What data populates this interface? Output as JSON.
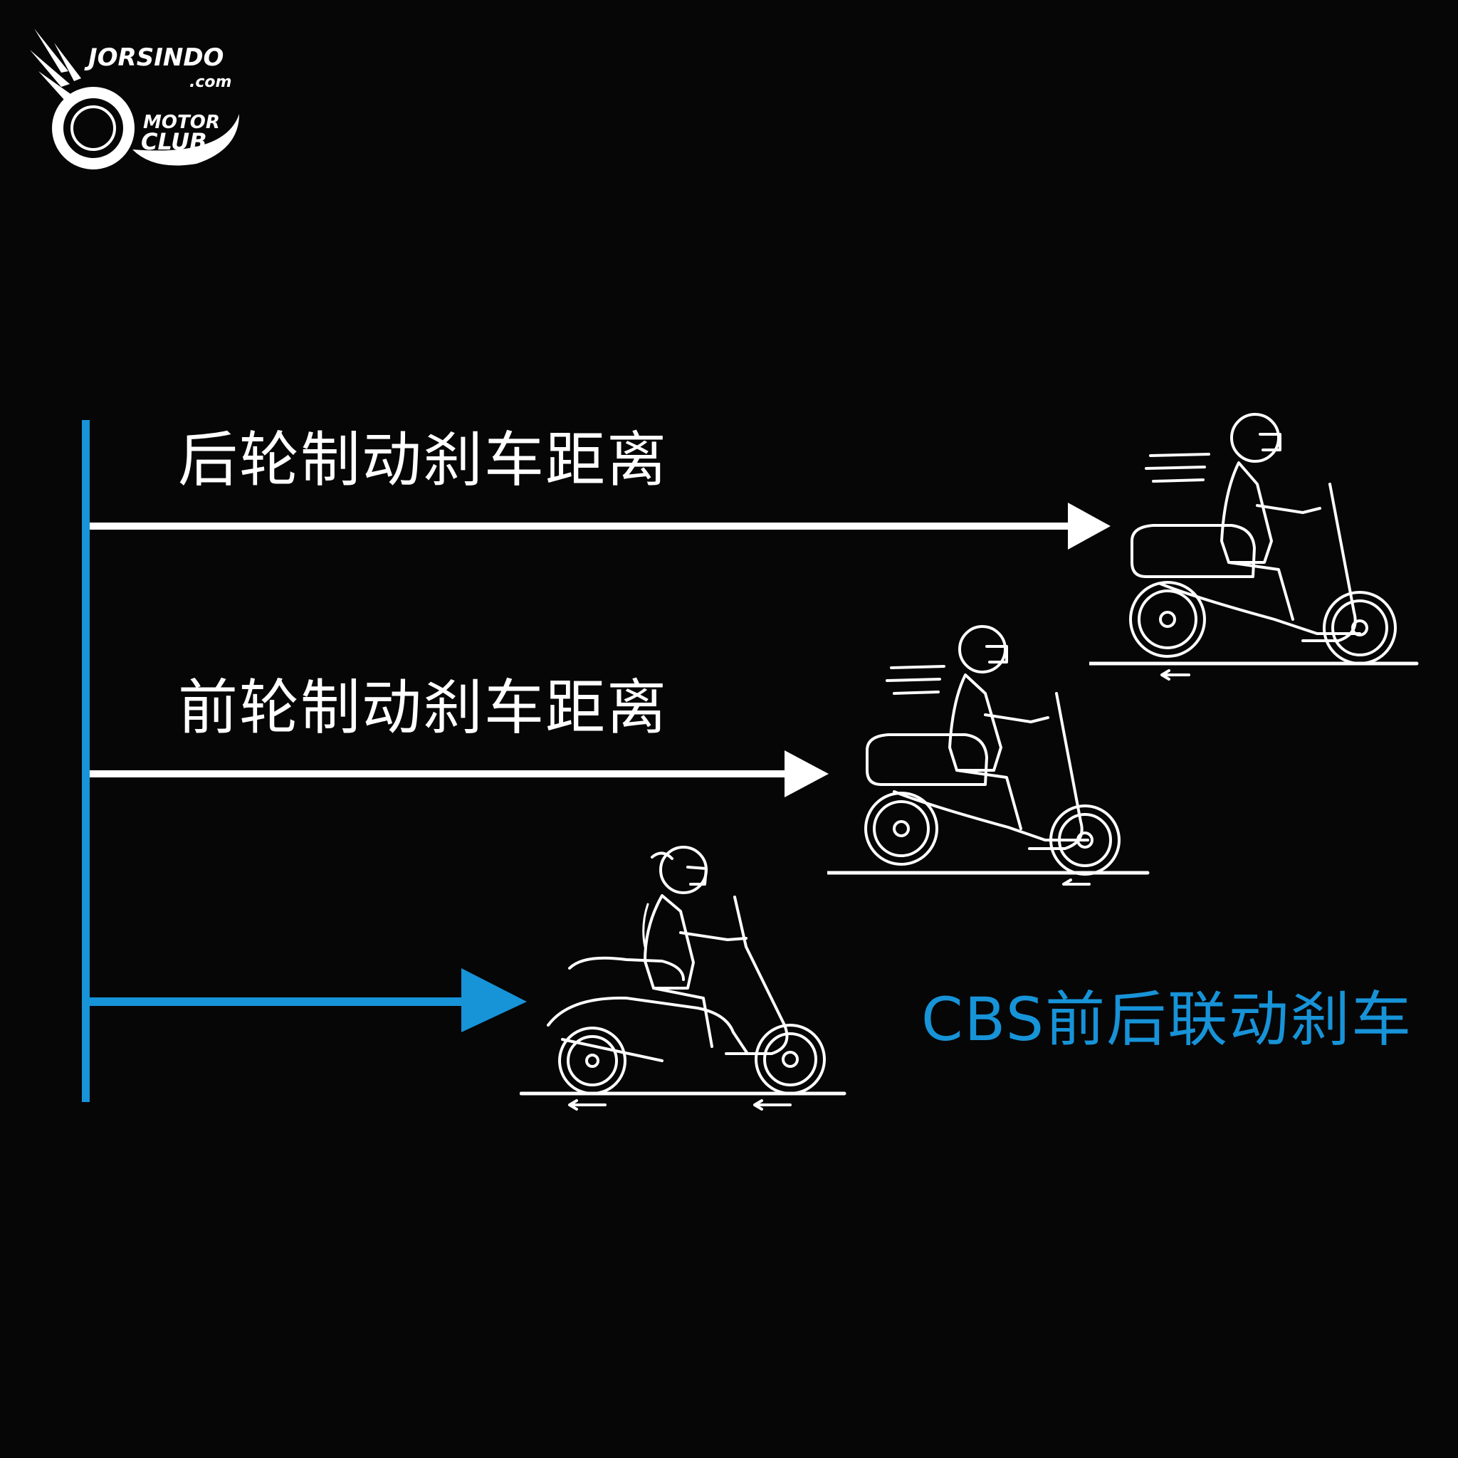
{
  "logo": {
    "brand": "JORSINDO",
    "domain": ".com",
    "line1": "MOTOR",
    "line2": "CLUB"
  },
  "labels": {
    "rear": "后轮制动刹车距离",
    "front": "前轮制动刹车距离",
    "cbs": "CBS前后联动刹车"
  },
  "colors": {
    "background": "#060606",
    "accent_blue": "#1793d8",
    "white": "#ffffff"
  },
  "icons": {
    "rider_rear": "scooter-rider-braking-icon",
    "rider_front": "scooter-rider-braking-icon",
    "rider_cbs": "scooter-rider-braking-icon"
  }
}
